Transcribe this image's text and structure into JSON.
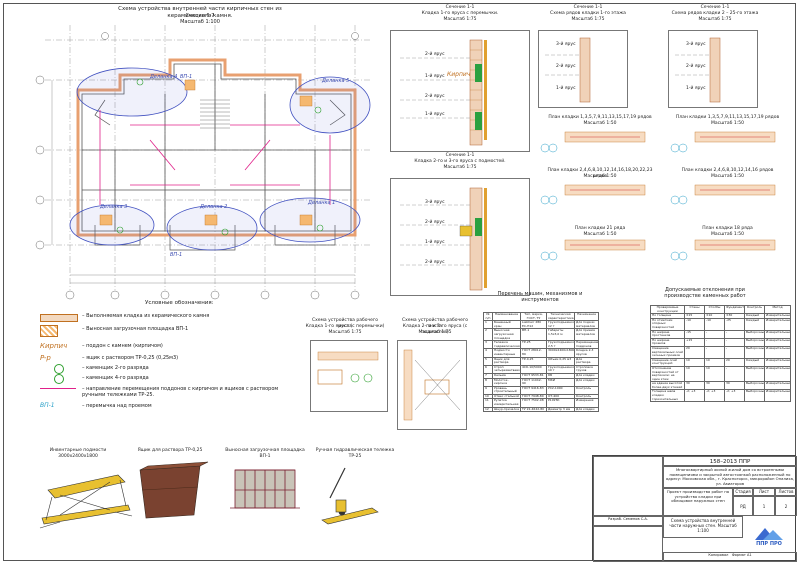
{
  "plan": {
    "title": "Схема устройства внутренней части кирпичных стен из керамического камня.",
    "section": "Секция 6-7",
    "scale": "Масштаб 1:100",
    "grips": [
      "Деланка 4",
      "Деланка 5",
      "Деланка 3",
      "Деланка 2",
      "Деланка 1"
    ],
    "vp": "ВП-1"
  },
  "legend": {
    "title": "Условные обозначения:",
    "symbols": [
      "Кирпич",
      "P-p",
      "ВП-1"
    ],
    "items": [
      "– Выполняемая кладка из керамического камня",
      "– Выносная загрузочная площадка ВП-1",
      "– поддон с камнем (кирпичом)",
      "– ящик с раствором ТР-0,25 (0,25м3)",
      "– каменщик 2-го разряда",
      "– каменщик 4-го разряда",
      "– направление перемещения поддонов с кирпичом и ящиков с раствором ручными тележками ТР-25.",
      "– перемычка над проемом"
    ]
  },
  "equipment": [
    "Инвентарные подмости 3000х2400х1800",
    "Ящик для раствора ТР-0,25",
    "Выносная загрузочная площадка ВП-1",
    "Ручная гидравлическая тележка ТР-25"
  ],
  "sections": [
    {
      "title": "Сечение 1-1",
      "subtitle": "Кладка 1-го яруса с перемычки.",
      "scale": "Масштаб 1:75",
      "levels": [
        "2-й ярус",
        "1-й ярус",
        "2-й ярус",
        "1-й ярус"
      ]
    },
    {
      "title": "Сечение 1-1",
      "subtitle": "Кладка 2-го и 3-го яруса с подмостей.",
      "scale": "Масштаб 1:75",
      "levels": [
        "3-й ярус",
        "2-й ярус",
        "1-й ярус",
        "2-й ярус"
      ]
    },
    {
      "title": "Сечение 1-1",
      "subtitle": "Схема рядов кладки 1-го этажа",
      "scale": "Масштаб 1:75",
      "levels": [
        "3-й ярус",
        "2-й ярус",
        "1-й ярус"
      ]
    },
    {
      "title": "Сечение 1-1",
      "subtitle": "Схема рядов кладки 2 – 25-го этажа",
      "scale": "Масштаб 1:75",
      "levels": [
        "3-й ярус",
        "2-й ярус",
        "1-й ярус"
      ]
    }
  ],
  "row_plans": [
    {
      "title": "План кладки 1,3,5,7,9,11,13,15,17,19 рядов",
      "scale": "Масштаб 1:50"
    },
    {
      "title": "План кладки 1,3,5,7,9,11,13,15,17,19 рядов",
      "scale": "Масштаб 1:50"
    },
    {
      "title": "План кладки 2,4,6,8,10,12,14,16,18,20,22,23 рядов",
      "scale": "Масштаб 1:50"
    },
    {
      "title": "План кладки 2,4,6,8,10,12,14,16 рядов",
      "scale": "Масштаб 1:50"
    },
    {
      "title": "План кладки 21 ряда",
      "scale": "Масштаб 1:50"
    },
    {
      "title": "План кладки 18 ряда",
      "scale": "Масштаб 1:50"
    }
  ],
  "workplace": [
    {
      "title": "Схема устройства рабочего места",
      "subtitle": "Кладка 1-го яруса (с перемычки)",
      "scale": "Масштаб 1:75"
    },
    {
      "title": "Схема устройства рабочего места",
      "subtitle": "Кладка 2-го и 3-го яруса (с подмостей)",
      "scale": "Масштаб 1:75"
    }
  ],
  "machines": {
    "title": "Перечень машин, механизмов и инструментов",
    "headers": [
      "№ п/п",
      "Наименование",
      "Тип, марка, ГОСТ, ТУ",
      "Техническая характеристика",
      "Назначение"
    ],
    "rows": [
      [
        "1",
        "Башенный кран",
        "Liebherr 280 EC-H12",
        "Грузоподъемность 12 т",
        "Для подачи материалов"
      ],
      [
        "2",
        "Выносная загрузочная площадка",
        "ВП-1",
        "Габариты 1,5х3,0 м",
        "Для приема материалов"
      ],
      [
        "3",
        "Тележка гидравлическая",
        "ТР-25",
        "Грузоподъемность 2,5 т",
        "Перемещение поддонов"
      ],
      [
        "4",
        "Подмости инвентарные",
        "ГОСТ 28012-89",
        "3000х2400х1800",
        "Кладка 2-3 ярусов"
      ],
      [
        "5",
        "Ящик для раствора",
        "ТР-0,25",
        "Объем 0,25 м3",
        "Для раствора"
      ],
      [
        "6",
        "Строп четырехветвевой",
        "4СК-10/5000",
        "Грузоподъемность 10 т",
        "Строповка грузов"
      ],
      [
        "7",
        "Кельма",
        "ГОСТ 9533-81",
        "КБ",
        "Для кладки"
      ],
      [
        "8",
        "Молоток-кирочка",
        "ГОСТ 11042-90",
        "МКИ",
        "Для кладки"
      ],
      [
        "9",
        "Уровень строительный",
        "ГОСТ 9416-83",
        "УС2-1000",
        "Контроль"
      ],
      [
        "10",
        "Отвес стальной",
        "ГОСТ 7948-80",
        "ОТ-400",
        "Контроль"
      ],
      [
        "11",
        "Рулетка измерительная",
        "ГОСТ 7502-98",
        "Р10УЗК",
        "Измерения"
      ],
      [
        "12",
        "Шнур-причалка",
        "ТУ 22-4642-80",
        "Диаметр 3 мм",
        "Для кладки"
      ]
    ]
  },
  "tolerances": {
    "title": "Допускаемые отклонения при производстве каменных работ",
    "headers": [
      "Проверяемые конструкции",
      "Стены",
      "Столбы",
      "Фундаменты",
      "Контроль",
      "Метод"
    ],
    "rows": [
      [
        "По толщине",
        "±15",
        "±10",
        "±30",
        "Каждый",
        "Измерительный"
      ],
      [
        "По отметкам опорных поверхностей",
        "-10",
        "-10",
        "-25",
        "Каждый",
        "Измерительный"
      ],
      [
        "По ширине простенков",
        "-15",
        "-",
        "-",
        "Выборочный",
        "Измерительный"
      ],
      [
        "По ширине проемов",
        "+15",
        "-",
        "-",
        "Выборочный",
        "Измерительный"
      ],
      [
        "Смещение вертикальных осей оконных проемов",
        "20",
        "-",
        "-",
        "Выборочный",
        "Измерительный"
      ],
      [
        "Смещение осей конструкций",
        "10",
        "10",
        "20",
        "Каждый",
        "Измерительный"
      ],
      [
        "Отклонение поверхностей от вертикали: на один этаж",
        "10",
        "10",
        "-",
        "Выборочный",
        "Измерительный"
      ],
      [
        "на здание высотой более двух этажей",
        "30",
        "30",
        "30",
        "Выборочный",
        "Измерительный"
      ],
      [
        "Толщина швов кладки: горизонтальных",
        "-2; +3",
        "-2; +3",
        "-2; +3",
        "Выборочный",
        "Измерительный"
      ]
    ]
  },
  "title_block": {
    "code": "158–2013 ППР",
    "description": "Многоквартирный жилой жилой дом со встроенными помещениями и закрытой автостоянкой расположенный по адресу: Московская обл., г. Красногорск, микрорайон Опалиха, ул. Авиаторов",
    "subject": "Проект производства работ на устройство кладки при облицовке наружных стен",
    "stage_label": "Стадия",
    "sheet_label": "Лист",
    "sheets_label": "Листов",
    "stage": "РД",
    "sheet": "1",
    "sheets": "2",
    "sheet_title": "Схема устройства внутренней части наружных стен. Масштаб 1:100",
    "dev_role": "Разраб.",
    "dev_name": "Семенов С.А.",
    "copied": "Копировал",
    "format": "Формат А1",
    "logo_text": "ППР ПРО"
  }
}
